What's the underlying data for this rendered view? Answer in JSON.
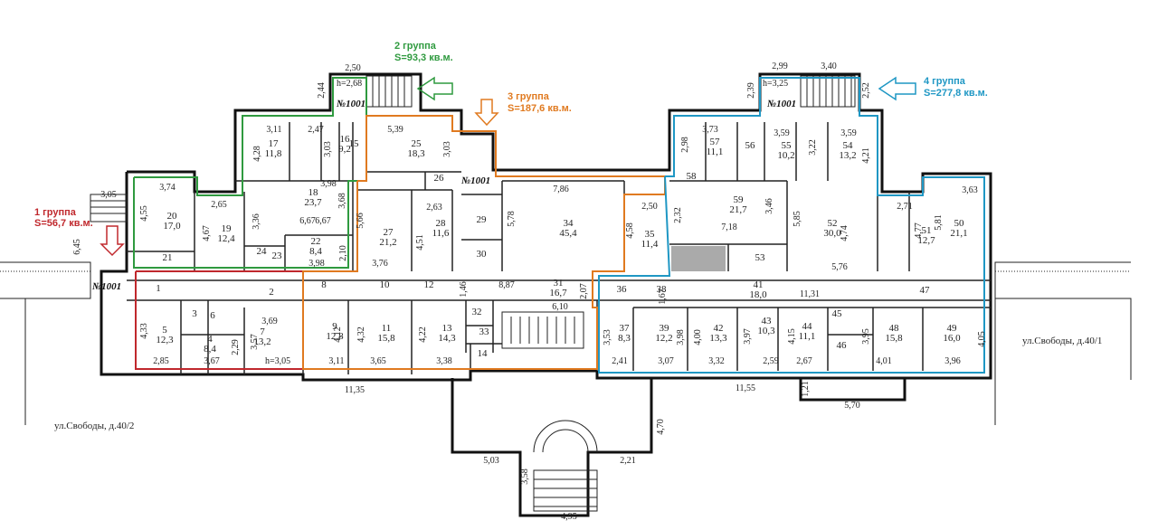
{
  "groups": [
    {
      "title": "1 группа",
      "area": "S=56,7 кв.м.",
      "color": "#c0282d"
    },
    {
      "title": "2 группа",
      "area": "S=93,3 кв.м.",
      "color": "#2f9a3f"
    },
    {
      "title": "3 группа",
      "area": "S=187,6 кв.м.",
      "color": "#e07a20"
    },
    {
      "title": "4 группа",
      "area": "S=277,8 кв.м.",
      "color": "#1f97c4"
    }
  ],
  "streets": {
    "left": "ул.Свободы, д.40/2",
    "right": "ул.Свободы, д.40/1"
  },
  "markers": {
    "n1001": "№1001",
    "h_left": "h=2,68",
    "h_right": "h=3,25",
    "h_room7": "h=3,05"
  },
  "rooms": [
    {
      "id": "1",
      "num": "1",
      "area": ""
    },
    {
      "id": "2",
      "num": "2",
      "area": ""
    },
    {
      "id": "3",
      "num": "3",
      "area": ""
    },
    {
      "id": "4",
      "num": "4",
      "area": "8,4"
    },
    {
      "id": "5",
      "num": "5",
      "area": "12,3"
    },
    {
      "id": "6",
      "num": "6",
      "area": ""
    },
    {
      "id": "7",
      "num": "7",
      "area": "13,2"
    },
    {
      "id": "8",
      "num": "8",
      "area": ""
    },
    {
      "id": "9",
      "num": "9",
      "area": "12,8"
    },
    {
      "id": "10",
      "num": "10",
      "area": ""
    },
    {
      "id": "11",
      "num": "11",
      "area": "15,8"
    },
    {
      "id": "12",
      "num": "12",
      "area": ""
    },
    {
      "id": "13",
      "num": "13",
      "area": "14,3"
    },
    {
      "id": "14",
      "num": "14",
      "area": ""
    },
    {
      "id": "15",
      "num": "15",
      "area": ""
    },
    {
      "id": "16",
      "num": "16",
      "area": "9,2"
    },
    {
      "id": "17",
      "num": "17",
      "area": "11,8"
    },
    {
      "id": "18",
      "num": "18",
      "area": "23,7"
    },
    {
      "id": "19",
      "num": "19",
      "area": "12,4"
    },
    {
      "id": "20",
      "num": "20",
      "area": "17,0"
    },
    {
      "id": "21",
      "num": "21",
      "area": ""
    },
    {
      "id": "22",
      "num": "22",
      "area": "8,4"
    },
    {
      "id": "23",
      "num": "23",
      "area": ""
    },
    {
      "id": "24",
      "num": "24",
      "area": ""
    },
    {
      "id": "25",
      "num": "25",
      "area": "18,3"
    },
    {
      "id": "26",
      "num": "26",
      "area": ""
    },
    {
      "id": "27",
      "num": "27",
      "area": "21,2"
    },
    {
      "id": "28",
      "num": "28",
      "area": "11,6"
    },
    {
      "id": "29",
      "num": "29",
      "area": ""
    },
    {
      "id": "30",
      "num": "30",
      "area": ""
    },
    {
      "id": "31",
      "num": "31",
      "area": "16,7"
    },
    {
      "id": "32",
      "num": "32",
      "area": ""
    },
    {
      "id": "33",
      "num": "33",
      "area": ""
    },
    {
      "id": "34",
      "num": "34",
      "area": "45,4"
    },
    {
      "id": "35",
      "num": "35",
      "area": "11,4"
    },
    {
      "id": "36",
      "num": "36",
      "area": ""
    },
    {
      "id": "37",
      "num": "37",
      "area": "8,3"
    },
    {
      "id": "38",
      "num": "38",
      "area": ""
    },
    {
      "id": "39",
      "num": "39",
      "area": "12,2"
    },
    {
      "id": "41",
      "num": "41",
      "area": "18,0"
    },
    {
      "id": "42",
      "num": "42",
      "area": "13,3"
    },
    {
      "id": "43",
      "num": "43",
      "area": "10,3"
    },
    {
      "id": "44",
      "num": "44",
      "area": "11,1"
    },
    {
      "id": "45",
      "num": "45",
      "area": ""
    },
    {
      "id": "46",
      "num": "46",
      "area": ""
    },
    {
      "id": "47",
      "num": "47",
      "area": ""
    },
    {
      "id": "48",
      "num": "48",
      "area": "15,8"
    },
    {
      "id": "49",
      "num": "49",
      "area": "16,0"
    },
    {
      "id": "50",
      "num": "50",
      "area": "21,1"
    },
    {
      "id": "51",
      "num": "51",
      "area": "12,7"
    },
    {
      "id": "52",
      "num": "52",
      "area": "30,0"
    },
    {
      "id": "53",
      "num": "53",
      "area": ""
    },
    {
      "id": "54",
      "num": "54",
      "area": "13,2"
    },
    {
      "id": "55",
      "num": "55",
      "area": "10,2"
    },
    {
      "id": "56",
      "num": "56",
      "area": ""
    },
    {
      "id": "57",
      "num": "57",
      "area": "11,1"
    },
    {
      "id": "58",
      "num": "58",
      "area": ""
    },
    {
      "id": "59",
      "num": "59",
      "area": "21,7"
    }
  ],
  "dimensions": [
    "2,50",
    "2,44",
    "2,99",
    "3,40",
    "2,39",
    "2,52",
    "3,11",
    "2,47",
    "4,28",
    "3,03",
    "5,39",
    "3,03",
    "3,73",
    "2,98",
    "3,59",
    "3,22",
    "3,59",
    "4,21",
    "3,05",
    "3,74",
    "4,55",
    "2,65",
    "4,67",
    "3,36",
    "6,67",
    "3,98",
    "3,68",
    "5,66",
    "4,51",
    "2,63",
    "5,78",
    "7,86",
    "4,58",
    "2,50",
    "2,32",
    "3,46",
    "7,18",
    "5,85",
    "4,74",
    "2,71",
    "4,77",
    "5,81",
    "3,63",
    "6,45",
    "2,10",
    "3,98",
    "3,76",
    "8,87",
    "1,46",
    "2,07",
    "1,67",
    "11,31",
    "5,76",
    "6,10",
    "4,33",
    "3,69",
    "4,12",
    "4,32",
    "4,22",
    "3,53",
    "3,98",
    "4,00",
    "3,97",
    "4,15",
    "3,95",
    "4,05",
    "2,29",
    "3,57",
    "2,85",
    "3,67",
    "3,11",
    "3,65",
    "3,38",
    "2,41",
    "3,07",
    "3,32",
    "2,59",
    "2,67",
    "4,01",
    "3,96",
    "11,35",
    "11,55",
    "1,21",
    "5,70",
    "4,70",
    "5,03",
    "2,21",
    "3,58",
    "4,95",
    "6,67"
  ]
}
